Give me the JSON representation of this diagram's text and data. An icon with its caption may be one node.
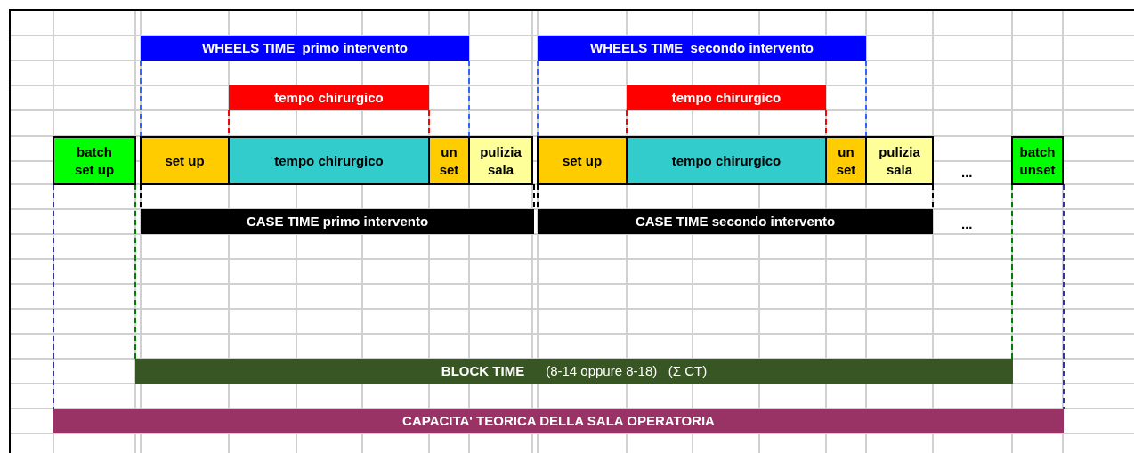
{
  "diagram": {
    "nodes": [
      {
        "text": [
          "WHEELS TIME  primo intervento"
        ]
      },
      {
        "text": [
          "WHEELS TIME  secondo intervento"
        ]
      },
      {
        "text": [
          "tempo chirurgico"
        ]
      },
      {
        "text": [
          "tempo chirurgico"
        ]
      },
      {
        "text": [
          "batch set up"
        ]
      },
      {
        "text": [
          "set up"
        ]
      },
      {
        "text": [
          "tempo chirurgico"
        ]
      },
      {
        "text": [
          "un set"
        ]
      },
      {
        "text": [
          "pulizia sala"
        ]
      },
      {
        "text": [
          "set up"
        ]
      },
      {
        "text": [
          "tempo chirurgico"
        ]
      },
      {
        "text": [
          "un set"
        ]
      },
      {
        "text": [
          "pulizia sala"
        ]
      },
      {
        "text": [
          "batch unset"
        ]
      },
      {
        "text": [
          "CASE TIME primo intervento"
        ]
      },
      {
        "text": [
          "CASE TIME secondo intervento"
        ]
      },
      {
        "text": [
          "BLOCK TIME",
          "(8-14 oppure 8-18)   (Σ CT)"
        ]
      },
      {
        "text": [
          "CAPACITA' TEORICA DELLA SALA OPERATORIA"
        ]
      }
    ],
    "labels": [
      "...",
      "..."
    ]
  }
}
